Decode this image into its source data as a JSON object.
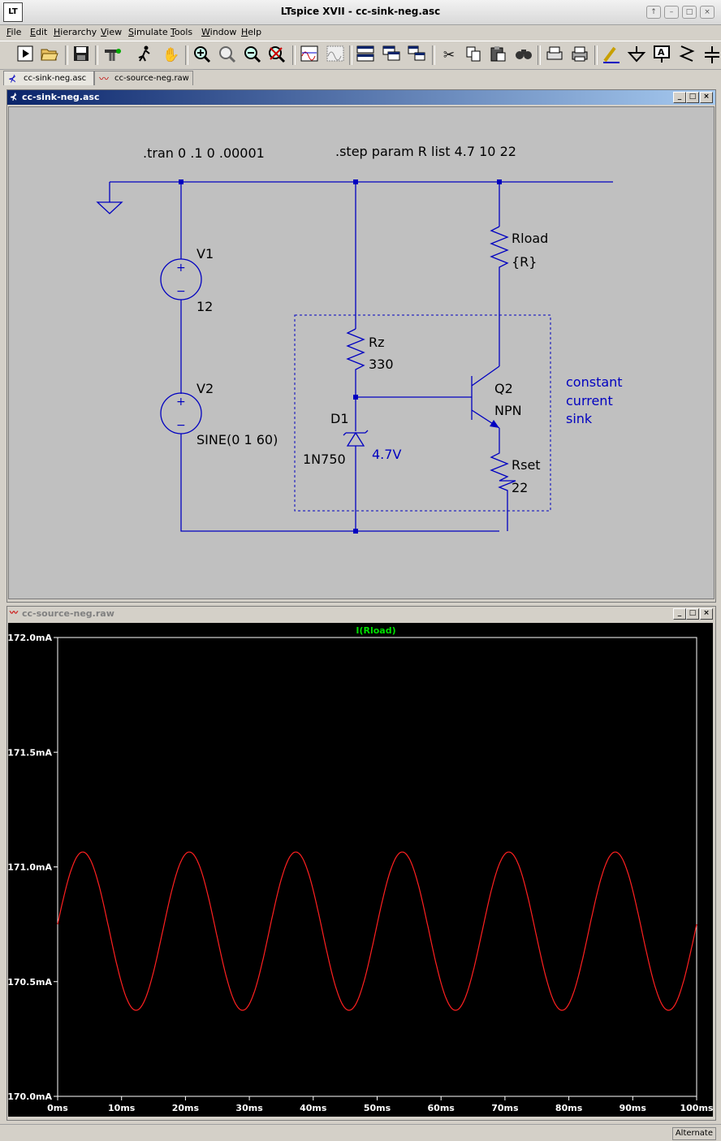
{
  "app": {
    "title": "LTspice XVII - cc-sink-neg.asc",
    "logo_text": "LT"
  },
  "menu": {
    "items": [
      {
        "first": "F",
        "rest": "ile"
      },
      {
        "first": "E",
        "rest": "dit"
      },
      {
        "first": "H",
        "rest": "ierarchy"
      },
      {
        "first": "V",
        "rest": "iew"
      },
      {
        "first": "S",
        "rest": "imulate"
      },
      {
        "first": "T",
        "rest": "ools"
      },
      {
        "first": "W",
        "rest": "indow"
      },
      {
        "first": "H",
        "rest": "elp"
      }
    ]
  },
  "toolbar": {
    "icons": [
      "run-icon",
      "open-icon",
      "save-icon",
      "control-panel-icon",
      "halt-icon",
      "hand-icon",
      "zoom-in-icon",
      "zoom-area-icon",
      "zoom-out-icon",
      "zoom-cancel-icon",
      "autorange-icon",
      "pan-icon",
      "tile-horizontal-icon",
      "cascade-icon",
      "tile-vertical-icon",
      "cut-icon",
      "copy-icon",
      "paste-icon",
      "find-icon",
      "print-preview-icon",
      "print-icon",
      "draw-wire-icon",
      "ground-icon",
      "label-net-icon",
      "resistor-icon",
      "capacitor-icon"
    ]
  },
  "tabs": [
    {
      "label": "cc-sink-neg.asc",
      "icon": "schematic-icon",
      "active": true
    },
    {
      "label": "cc-source-neg.raw",
      "icon": "waveform-icon",
      "active": false
    }
  ],
  "schematic_window": {
    "title": "cc-sink-neg.asc",
    "directives": {
      "tran": ".tran 0 .1 0 .00001",
      "step": ".step param R list 4.7 10 22"
    },
    "components": {
      "v1": {
        "name": "V1",
        "value": "12"
      },
      "v2": {
        "name": "V2",
        "value": "SINE(0 1 60)"
      },
      "rload": {
        "name": "Rload",
        "value": "{R}"
      },
      "rz": {
        "name": "Rz",
        "value": "330"
      },
      "d1": {
        "name": "D1",
        "value": "1N750",
        "annotation": "4.7V"
      },
      "q2": {
        "name": "Q2",
        "value": "NPN"
      },
      "rset": {
        "name": "Rset",
        "value": "22"
      }
    },
    "comment": [
      "constant",
      "current",
      "sink"
    ],
    "plus": "+",
    "minus": "−"
  },
  "waveform_window": {
    "title": "cc-source-neg.raw",
    "trace_label": "I(Rload)",
    "trace_color": "#ff2020",
    "trace_label_color": "#00e000"
  },
  "chart_data": {
    "type": "line",
    "title": "I(Rload)",
    "xlabel": "",
    "ylabel": "",
    "xlim": [
      0,
      100
    ],
    "ylim": [
      170.0,
      172.0
    ],
    "x_ticks": [
      "0ms",
      "10ms",
      "20ms",
      "30ms",
      "40ms",
      "50ms",
      "60ms",
      "70ms",
      "80ms",
      "90ms",
      "100ms"
    ],
    "y_ticks": [
      "172.0mA",
      "171.5mA",
      "171.0mA",
      "170.5mA",
      "170.0mA"
    ],
    "y_tick_values": [
      172.0,
      171.5,
      171.0,
      170.5,
      170.0
    ],
    "grid": false,
    "series": [
      {
        "name": "I(Rload)",
        "description_of_shape": "sine",
        "offset_mA": 170.72,
        "amplitude_mA": 0.345,
        "frequency_hz": 60,
        "x": [
          0,
          4.17,
          8.33,
          12.5,
          16.67,
          20.83,
          25,
          29.17,
          33.33,
          37.5,
          41.67,
          45.83,
          50,
          54.17,
          58.33,
          62.5,
          66.67,
          70.83,
          75,
          79.17,
          83.33,
          87.5,
          91.67,
          95.83,
          100
        ],
        "y": [
          170.75,
          171.07,
          170.72,
          170.38,
          170.75,
          171.07,
          170.72,
          170.38,
          170.75,
          171.07,
          170.72,
          170.38,
          170.75,
          171.07,
          170.72,
          170.38,
          170.75,
          171.07,
          170.72,
          170.38,
          170.75,
          171.07,
          170.72,
          170.38,
          170.73
        ]
      }
    ]
  },
  "status": {
    "text": "Alternate"
  }
}
